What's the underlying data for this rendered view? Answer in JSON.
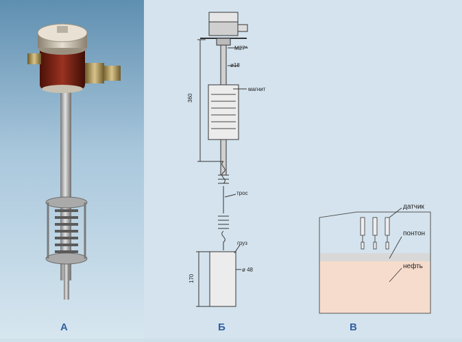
{
  "panels": {
    "a": {
      "label": "А"
    },
    "b": {
      "label": "Б",
      "labels": {
        "thread": "M27*",
        "rod_dia": "ø18",
        "magnet": "магнит",
        "height_top": "360",
        "cable": "трос",
        "weight": "груз",
        "weight_dia": "ø 48",
        "height_bottom": "170"
      }
    },
    "c": {
      "label": "В",
      "labels": {
        "sensor": "датчик",
        "pontoon": "понтон",
        "oil": "нефть"
      }
    }
  },
  "colors": {
    "accent": "#2f5f9f",
    "oil": "#f6d8c8",
    "pontoon": "#d8d8d8"
  }
}
